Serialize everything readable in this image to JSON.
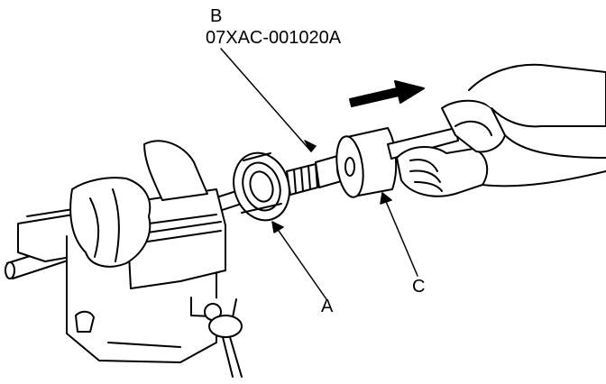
{
  "callouts": {
    "b": {
      "letter": "B",
      "part_number": "07XAC-001020A"
    },
    "a": {
      "letter": "A"
    },
    "c": {
      "letter": "C"
    }
  },
  "colors": {
    "line": "#000000",
    "fill": "#ffffff",
    "shade": "#d8d8d8"
  }
}
